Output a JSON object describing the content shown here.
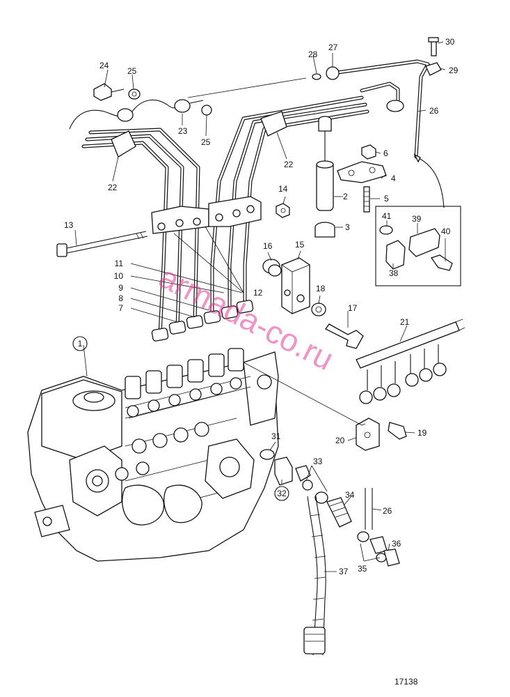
{
  "diagram": {
    "drawing_number": "17138",
    "watermark": "armada-co.ru",
    "callouts": [
      {
        "id": "c1",
        "text": "1",
        "circled": true
      },
      {
        "id": "c2",
        "text": "2"
      },
      {
        "id": "c3",
        "text": "3"
      },
      {
        "id": "c4",
        "text": "4"
      },
      {
        "id": "c5",
        "text": "5"
      },
      {
        "id": "c6",
        "text": "6"
      },
      {
        "id": "c7",
        "text": "7"
      },
      {
        "id": "c8",
        "text": "8"
      },
      {
        "id": "c9",
        "text": "9"
      },
      {
        "id": "c10",
        "text": "10"
      },
      {
        "id": "c11",
        "text": "11"
      },
      {
        "id": "c12",
        "text": "12"
      },
      {
        "id": "c13",
        "text": "13"
      },
      {
        "id": "c14",
        "text": "14"
      },
      {
        "id": "c15",
        "text": "15"
      },
      {
        "id": "c16",
        "text": "16"
      },
      {
        "id": "c17",
        "text": "17"
      },
      {
        "id": "c18",
        "text": "18"
      },
      {
        "id": "c19",
        "text": "19"
      },
      {
        "id": "c20",
        "text": "20"
      },
      {
        "id": "c21",
        "text": "21"
      },
      {
        "id": "c22a",
        "text": "22"
      },
      {
        "id": "c22b",
        "text": "22"
      },
      {
        "id": "c23",
        "text": "23"
      },
      {
        "id": "c24",
        "text": "24"
      },
      {
        "id": "c25a",
        "text": "25"
      },
      {
        "id": "c25b",
        "text": "25"
      },
      {
        "id": "c26a",
        "text": "26"
      },
      {
        "id": "c26b",
        "text": "26"
      },
      {
        "id": "c27",
        "text": "27"
      },
      {
        "id": "c28",
        "text": "28"
      },
      {
        "id": "c29",
        "text": "29"
      },
      {
        "id": "c30",
        "text": "30"
      },
      {
        "id": "c31",
        "text": "31"
      },
      {
        "id": "c32",
        "text": "32",
        "circled": true
      },
      {
        "id": "c33",
        "text": "33"
      },
      {
        "id": "c34",
        "text": "34"
      },
      {
        "id": "c35",
        "text": "35"
      },
      {
        "id": "c36",
        "text": "36"
      },
      {
        "id": "c37",
        "text": "37"
      },
      {
        "id": "c38",
        "text": "38"
      },
      {
        "id": "c39",
        "text": "39"
      },
      {
        "id": "c40",
        "text": "40"
      },
      {
        "id": "c41",
        "text": "41"
      }
    ]
  }
}
